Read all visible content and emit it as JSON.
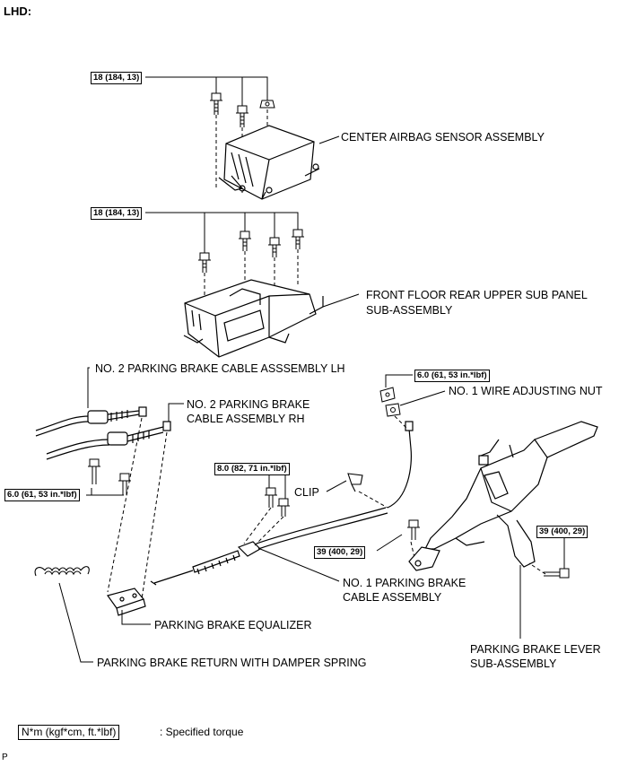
{
  "header": {
    "title": "LHD:"
  },
  "torque": {
    "t18_a": "18 (184, 13)",
    "t18_b": "18 (184, 13)",
    "t60_right": "6.0 (61, 53 in.*lbf)",
    "t60_left": "6.0 (61, 53 in.*lbf)",
    "t80": "8.0 (82, 71 in.*lbf)",
    "t39_center": "39 (400, 29)",
    "t39_right": "39 (400, 29)"
  },
  "labels": {
    "airbag_sensor": "CENTER AIRBAG SENSOR ASSEMBLY",
    "floor_panel": "FRONT FLOOR REAR UPPER SUB PANEL SUB-ASSEMBLY",
    "cable_lh": "NO. 2 PARKING BRAKE CABLE ASSSEMBLY LH",
    "cable_rh": "NO. 2 PARKING BRAKE CABLE ASSEMBLY RH",
    "wire_nut": "NO. 1 WIRE ADJUSTING NUT",
    "clip": "CLIP",
    "cable_no1": "NO. 1 PARKING BRAKE CABLE ASSEMBLY",
    "equalizer": "PARKING BRAKE EQUALIZER",
    "spring": "PARKING BRAKE RETURN WITH DAMPER SPRING",
    "lever": "PARKING BRAKE LEVER SUB-ASSEMBLY"
  },
  "legend": {
    "unit": "N*m (kgf*cm, ft.*lbf)",
    "desc": ": Specified torque"
  },
  "footer": {
    "code": "P"
  }
}
